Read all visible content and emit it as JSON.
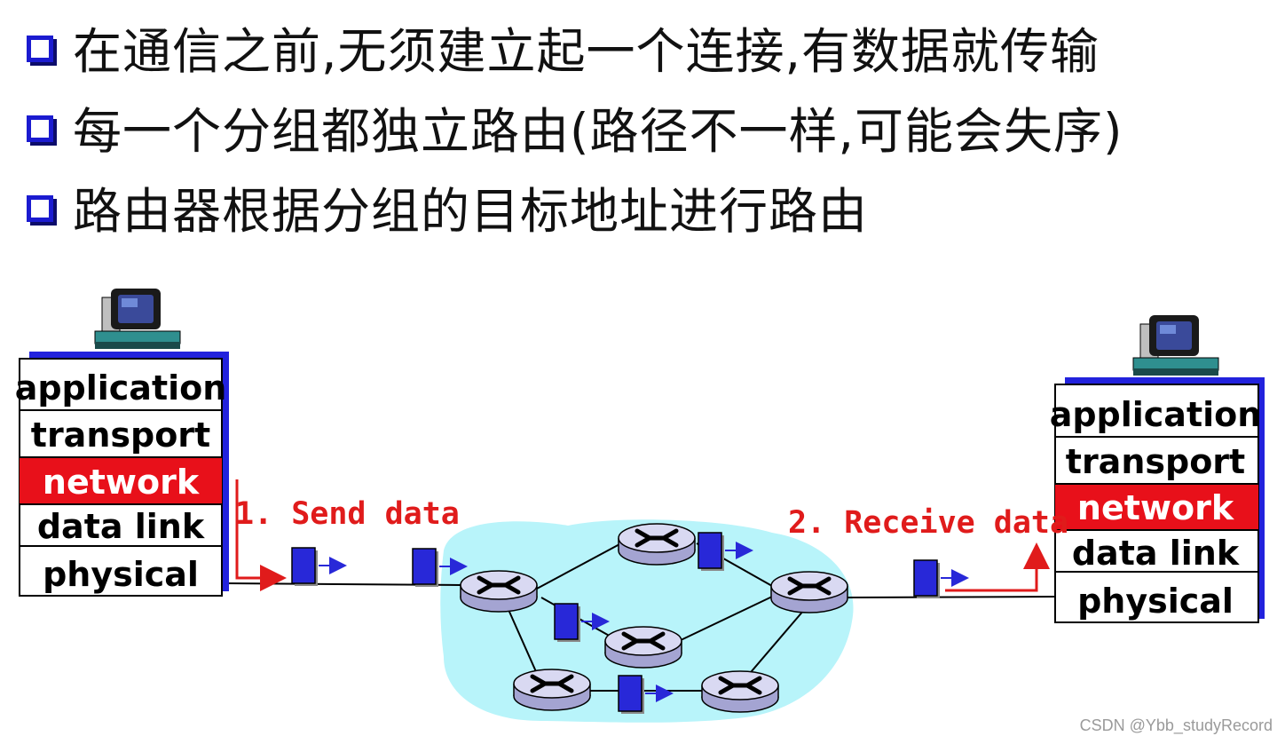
{
  "bullets": [
    "在通信之前,无须建立起一个连接,有数据就传输",
    "每一个分组都独立路由(路径不一样,可能会失序)",
    "路由器根据分组的目标地址进行路由"
  ],
  "stack_layers": {
    "application": "application",
    "transport": "transport",
    "network": "network",
    "data_link": "data link",
    "physical": "physical"
  },
  "flow": {
    "send": "1. Send data",
    "receive": "2. Receive data"
  },
  "colors": {
    "network_layer": "#e8101a",
    "host_shadow": "#2222dd",
    "cloud": "#b8f4fa",
    "router_top": "#d9d9f2",
    "router_side": "#a4a4d2",
    "packet": "#2828d8",
    "flow_arrow": "#e01b1b",
    "bullet_box": "#1b1bd0"
  },
  "watermark": "CSDN @Ybb_studyRecord"
}
